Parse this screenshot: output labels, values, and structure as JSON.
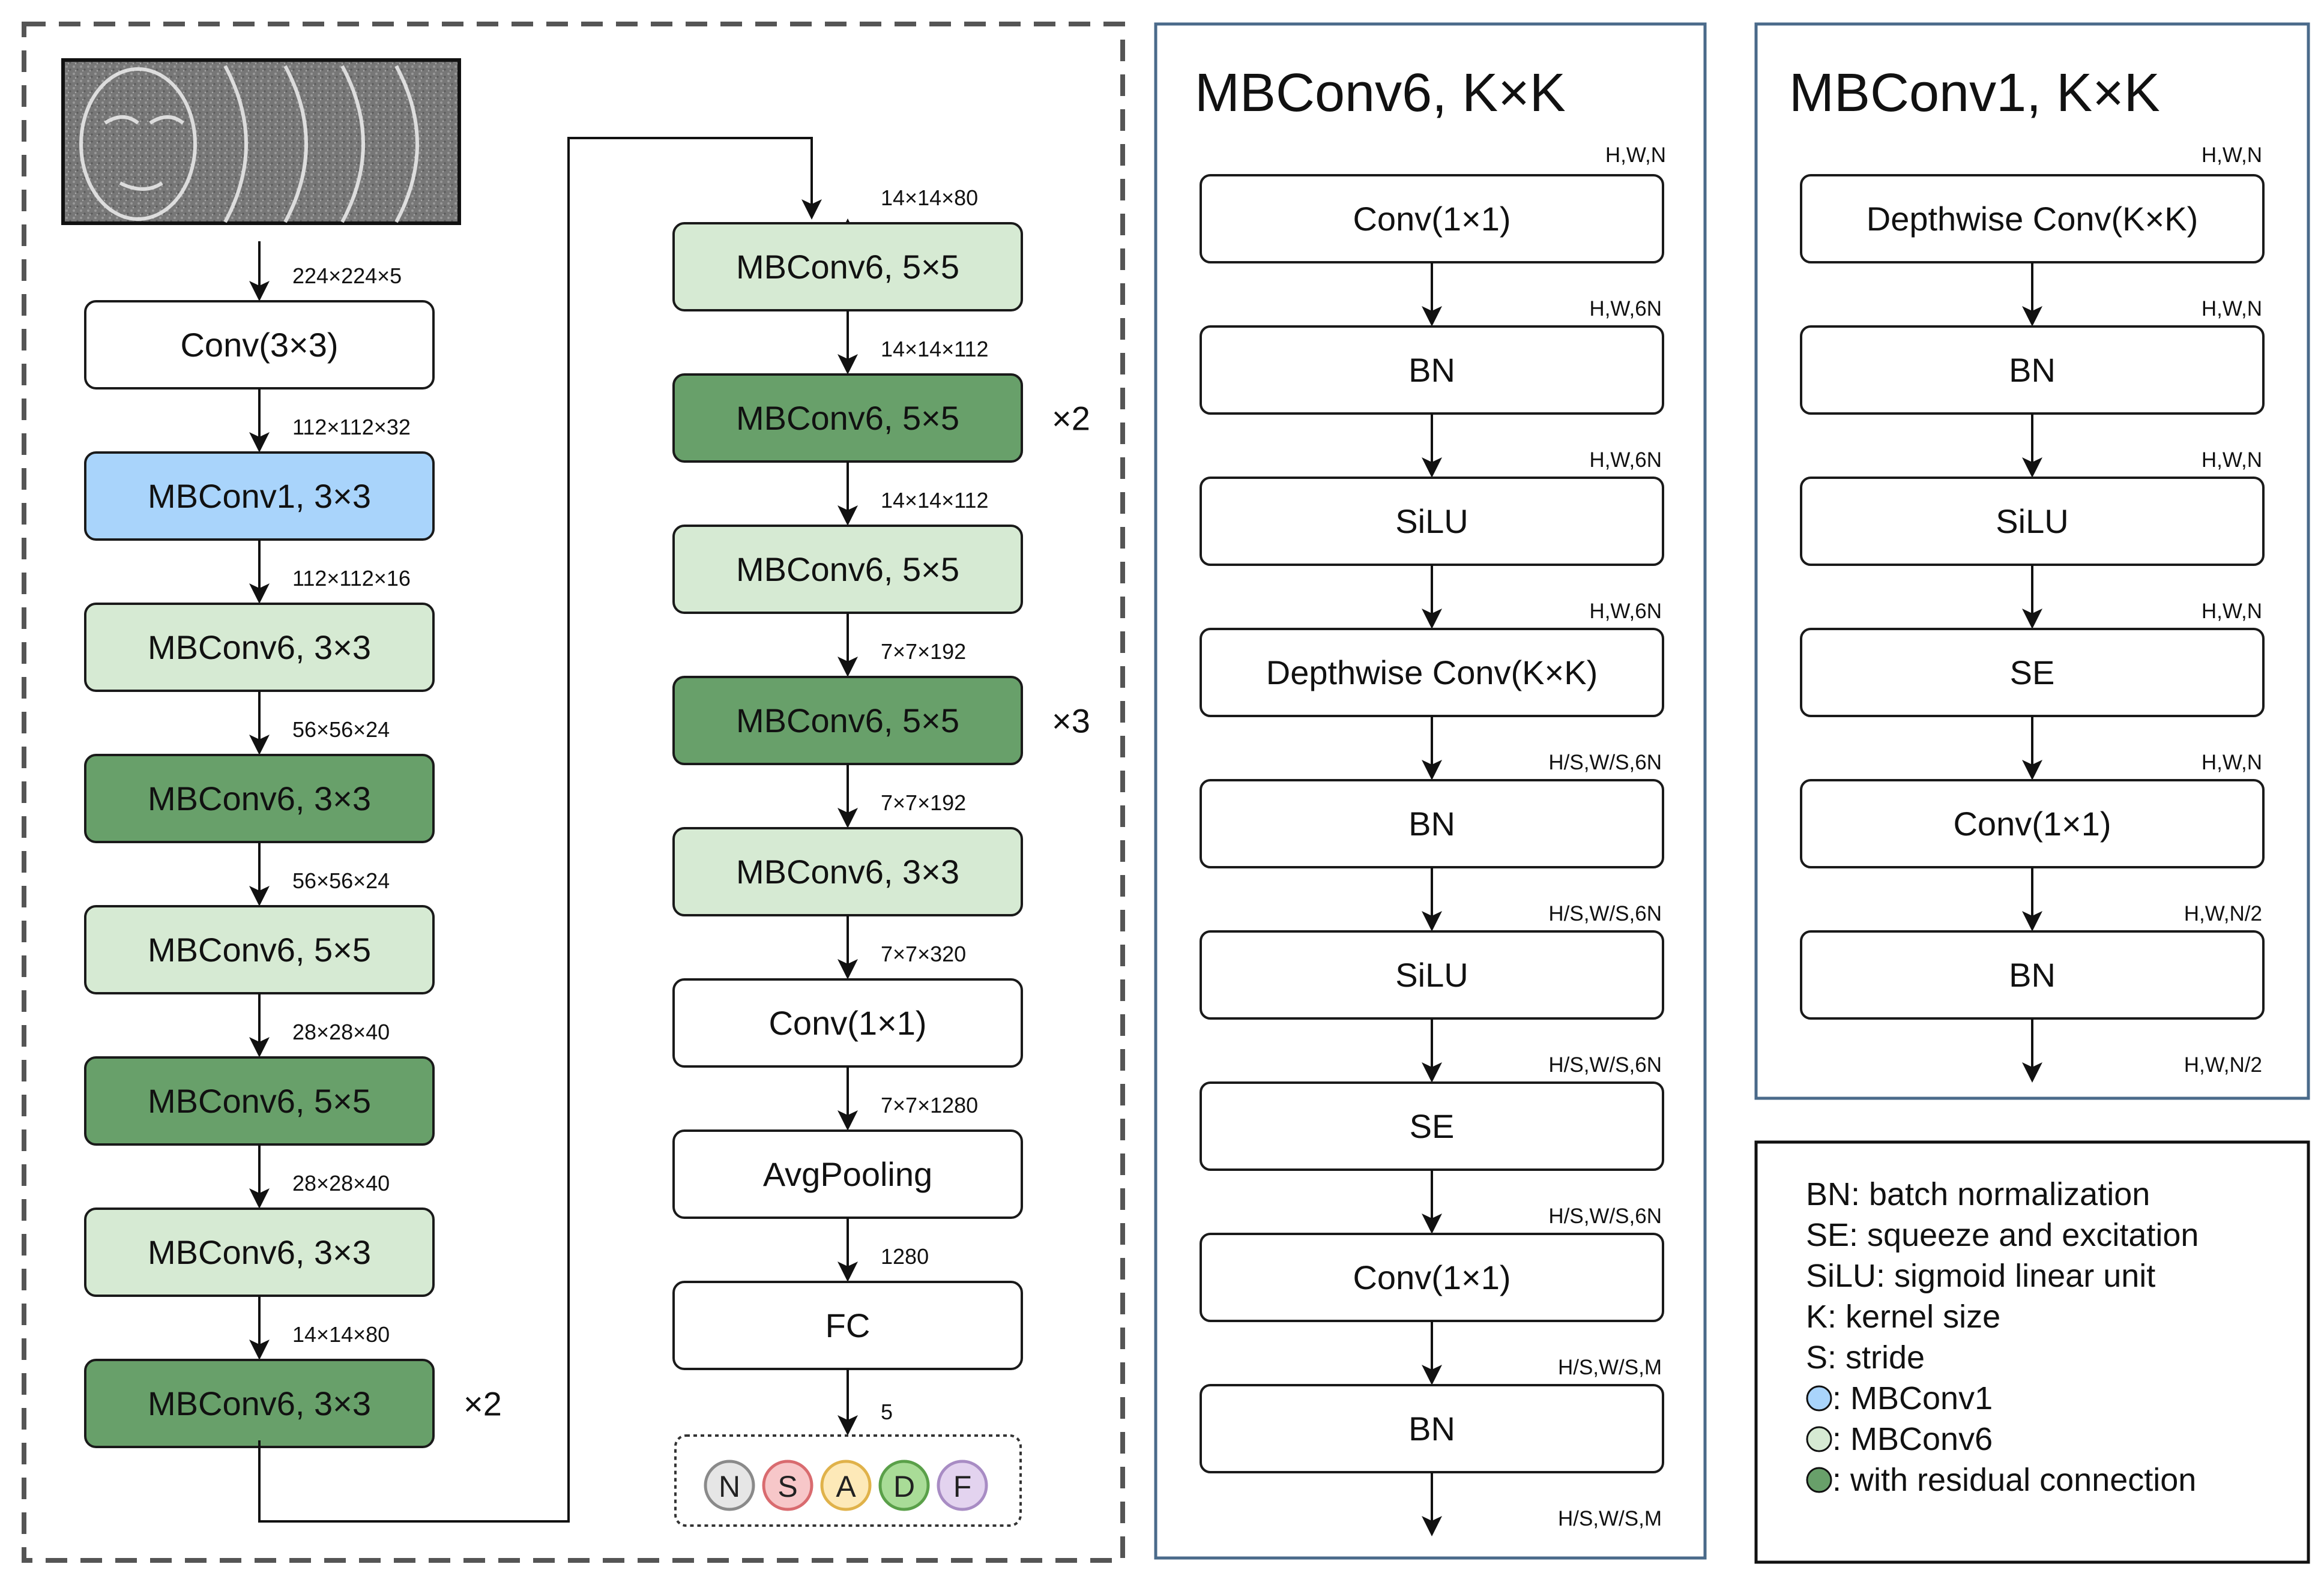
{
  "main": {
    "input_image_alt": "face image sequence",
    "left_column": [
      {
        "label": "Conv(3×3)",
        "style": "white",
        "in_dim": "224×224×5"
      },
      {
        "label": "MBConv1, 3×3",
        "style": "blue",
        "in_dim": "112×112×32"
      },
      {
        "label": "MBConv6, 3×3",
        "style": "light",
        "in_dim": "112×112×16"
      },
      {
        "label": "MBConv6, 3×3",
        "style": "dark",
        "in_dim": "56×56×24"
      },
      {
        "label": "MBConv6, 5×5",
        "style": "light",
        "in_dim": "56×56×24"
      },
      {
        "label": "MBConv6, 5×5",
        "style": "dark",
        "in_dim": "28×28×40"
      },
      {
        "label": "MBConv6, 3×3",
        "style": "light",
        "in_dim": "28×28×40"
      },
      {
        "label": "MBConv6, 3×3",
        "style": "dark",
        "in_dim": "14×14×80",
        "repeat": "×2"
      }
    ],
    "right_column": [
      {
        "label": "MBConv6, 5×5",
        "style": "light",
        "in_dim": "14×14×80"
      },
      {
        "label": "MBConv6, 5×5",
        "style": "dark",
        "in_dim": "14×14×112",
        "repeat": "×2"
      },
      {
        "label": "MBConv6, 5×5",
        "style": "light",
        "in_dim": "14×14×112"
      },
      {
        "label": "MBConv6, 5×5",
        "style": "dark",
        "in_dim": "7×7×192",
        "repeat": "×3"
      },
      {
        "label": "MBConv6, 3×3",
        "style": "light",
        "in_dim": "7×7×192"
      },
      {
        "label": "Conv(1×1)",
        "style": "white",
        "in_dim": "7×7×320"
      },
      {
        "label": "AvgPooling",
        "style": "white",
        "in_dim": "7×7×1280"
      },
      {
        "label": "FC",
        "style": "white",
        "in_dim": "1280"
      }
    ],
    "output_dim": "5",
    "classes": [
      {
        "letter": "N",
        "color": "#e6e6e6",
        "stroke": "#8a8a8a"
      },
      {
        "letter": "S",
        "color": "#f7c7c9",
        "stroke": "#d96b6f"
      },
      {
        "letter": "A",
        "color": "#fde9b8",
        "stroke": "#e0b24a"
      },
      {
        "letter": "D",
        "color": "#a9dc97",
        "stroke": "#5aa049"
      },
      {
        "letter": "F",
        "color": "#e3d3ef",
        "stroke": "#a88cc4"
      }
    ]
  },
  "mbconv6": {
    "title": "MBConv6, K×K",
    "top_dim": "H,W,N",
    "blocks": [
      {
        "label": "Conv(1×1)",
        "out_dim": "H,W,6N"
      },
      {
        "label": "BN",
        "out_dim": "H,W,6N"
      },
      {
        "label": "SiLU",
        "out_dim": "H,W,6N"
      },
      {
        "label": "Depthwise Conv(K×K)",
        "out_dim": "H/S,W/S,6N"
      },
      {
        "label": "BN",
        "out_dim": "H/S,W/S,6N"
      },
      {
        "label": "SiLU",
        "out_dim": "H/S,W/S,6N"
      },
      {
        "label": "SE",
        "out_dim": "H/S,W/S,6N"
      },
      {
        "label": "Conv(1×1)",
        "out_dim": "H/S,W/S,M"
      },
      {
        "label": "BN",
        "out_dim": "H/S,W/S,M"
      }
    ]
  },
  "mbconv1": {
    "title": "MBConv1, K×K",
    "top_dim": "H,W,N",
    "blocks": [
      {
        "label": "Depthwise Conv(K×K)",
        "out_dim": "H,W,N"
      },
      {
        "label": "BN",
        "out_dim": "H,W,N"
      },
      {
        "label": "SiLU",
        "out_dim": "H,W,N"
      },
      {
        "label": "SE",
        "out_dim": "H,W,N"
      },
      {
        "label": "Conv(1×1)",
        "out_dim": "H,W,N/2"
      },
      {
        "label": "BN",
        "out_dim": "H,W,N/2"
      }
    ]
  },
  "legend": {
    "lines": [
      {
        "text": "BN: batch normalization"
      },
      {
        "text": "SE: squeeze and excitation"
      },
      {
        "text": "SiLU: sigmoid linear unit"
      },
      {
        "text": "K: kernel size"
      },
      {
        "text": "S: stride"
      },
      {
        "text": ": MBConv1",
        "dot": "#a9d4fb"
      },
      {
        "text": ": MBConv6",
        "dot": "#d6ead3"
      },
      {
        "text": ": with residual connection",
        "dot": "#68a06a"
      }
    ]
  }
}
